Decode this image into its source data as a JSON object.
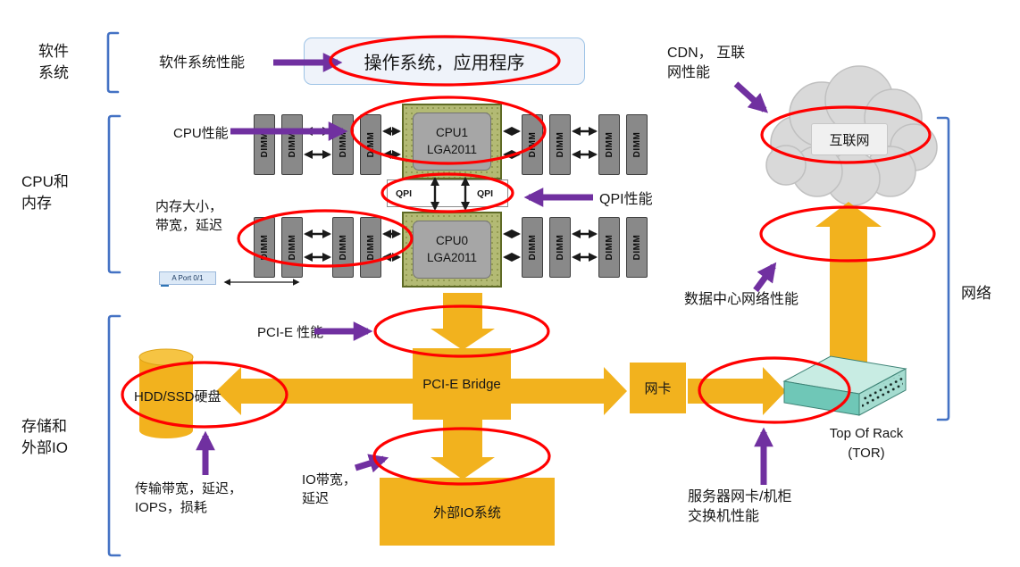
{
  "brackets": {
    "software_label": "软件\n系统",
    "cpu_memory_label": "CPU和\n内存",
    "storage_io_label": "存储和\n外部IO",
    "network_label": "网络"
  },
  "annotations": {
    "software_perf": "软件系统性能",
    "cpu_perf": "CPU性能",
    "memory_attrs": "内存大小，\n带宽，延迟",
    "qpi_perf": "QPI性能",
    "pcie_perf": "PCI-E 性能",
    "storage_attrs": "传输带宽，延迟，\nIOPS，损耗",
    "io_attrs": "IO带宽，\n延迟",
    "nic_tor_perf": "服务器网卡/机柜\n交换机性能",
    "dc_net_perf": "数据中心网络性能",
    "cdn_perf": "CDN， 互联\n网性能"
  },
  "nodes": {
    "os_app": "操作系统，应用程序",
    "cpu1": "CPU1\nLGA2011",
    "cpu0": "CPU0\nLGA2011",
    "qpi": "QPI",
    "dimm": "DIMM",
    "pcie_bridge": "PCI-E Bridge",
    "hdd": "HDD/SSD硬盘",
    "external_io": "外部IO系统",
    "nic": "网卡",
    "internet": "互联网",
    "tor": "Top Of Rack\n(TOR)",
    "port_fragment": "A Port 0/1"
  },
  "colors": {
    "gold": "#F2B21E",
    "purple": "#7030A0",
    "red": "#FF0000",
    "bracket_blue": "#4472C4",
    "dimm_gray": "#898989",
    "chip_green": "#B3BA74",
    "tor_teal": "#79CCBD",
    "cloud_gray": "#D9D9D9"
  }
}
